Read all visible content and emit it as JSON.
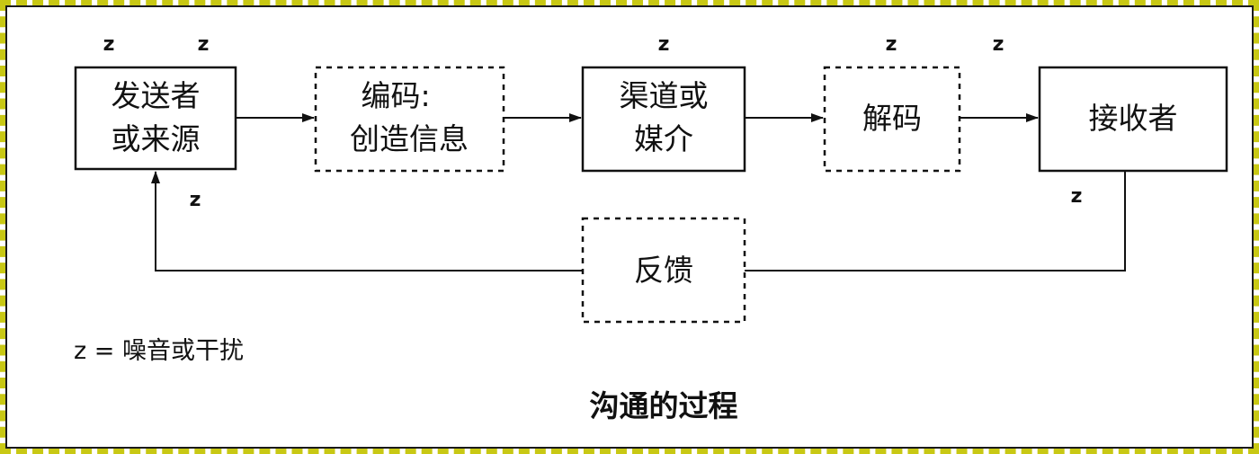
{
  "nodes": {
    "sender": {
      "line1": "发送者",
      "line2": "或来源",
      "style": "solid"
    },
    "encode": {
      "line1": "编码:",
      "line2": "创造信息",
      "style": "dashed"
    },
    "channel": {
      "line1": "渠道或",
      "line2": "媒介",
      "style": "solid"
    },
    "decode": {
      "line1": "解码",
      "style": "dashed"
    },
    "receiver": {
      "line1": "接收者",
      "style": "solid"
    },
    "feedback": {
      "line1": "反馈",
      "style": "dashed"
    }
  },
  "noise_marker": "z",
  "legend": {
    "text": "z = 噪音或干扰"
  },
  "caption": "沟通的过程",
  "colors": {
    "border": "#c8c814",
    "ink": "#111111"
  }
}
